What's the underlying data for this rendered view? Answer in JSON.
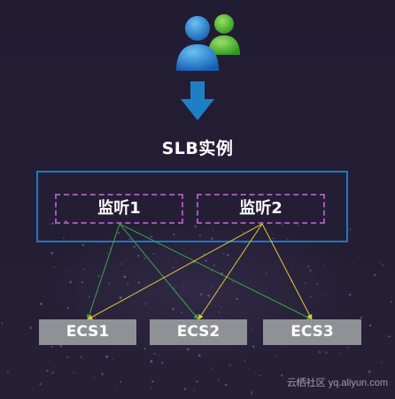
{
  "diagram": {
    "title": "SLB实例",
    "listeners": [
      {
        "label": "监听1"
      },
      {
        "label": "监听2"
      }
    ],
    "servers": [
      {
        "label": "ECS1"
      },
      {
        "label": "ECS2"
      },
      {
        "label": "ECS3"
      }
    ],
    "links": [
      {
        "from": "监听1",
        "to": "ECS1",
        "color": "#3ea04a"
      },
      {
        "from": "监听1",
        "to": "ECS2",
        "color": "#3ea04a"
      },
      {
        "from": "监听1",
        "to": "ECS3",
        "color": "#3ea04a"
      },
      {
        "from": "监听2",
        "to": "ECS1",
        "color": "#e3c63a"
      },
      {
        "from": "监听2",
        "to": "ECS2",
        "color": "#e3c63a"
      },
      {
        "from": "监听2",
        "to": "ECS3",
        "color": "#e3c63a"
      }
    ],
    "icons": {
      "users": "users-icon",
      "arrow": "arrow-down-icon"
    },
    "colors": {
      "background": "#231d34",
      "slb_border": "#1b78c8",
      "listener_border": "#a455b8",
      "server_fill": "#8e9196",
      "arrow": "#1f7fc4"
    }
  },
  "watermark": "云栖社区 yq.aliyun.com"
}
